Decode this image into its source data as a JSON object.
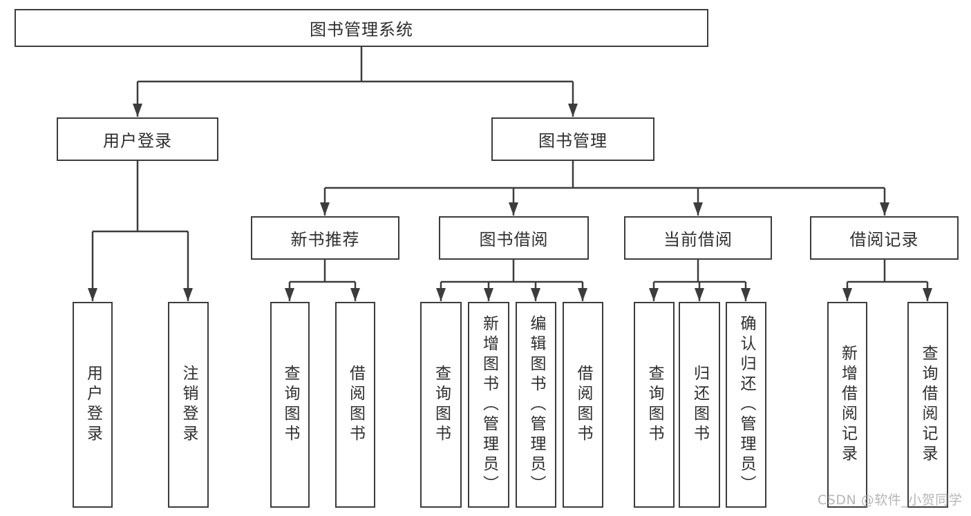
{
  "diagram": {
    "type": "hierarchy-diagram",
    "root_label": "图书管理系统",
    "branches": [
      {
        "label": "用户登录",
        "children": [
          "用户登录",
          "注销登录"
        ]
      },
      {
        "label": "图书管理",
        "children": [
          {
            "label": "新书推荐",
            "children": [
              "查询图书",
              "借阅图书"
            ]
          },
          {
            "label": "图书借阅",
            "children": [
              "查询图书",
              "新增图书（管理员）",
              "编辑图书（管理员）",
              "借阅图书"
            ]
          },
          {
            "label": "当前借阅",
            "children": [
              "查询图书",
              "归还图书",
              "确认归还（管理员）"
            ]
          },
          {
            "label": "借阅记录",
            "children": [
              "新增借阅记录",
              "查询借阅记录"
            ]
          }
        ]
      }
    ]
  },
  "watermark": {
    "text": "CSDN @软件_小贺同学"
  },
  "colors": {
    "line": "#3c3c3c",
    "box_border": "#3c3c3c",
    "box_fill": "#ffffff",
    "text": "#2e2e2e",
    "watermark": "#acacac"
  }
}
